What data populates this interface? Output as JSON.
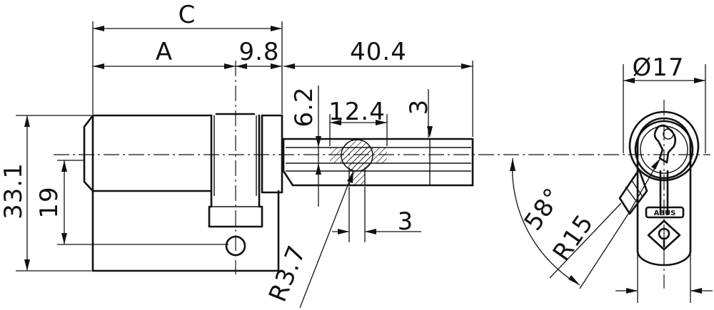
{
  "dimensions": {
    "C": "C",
    "A": "A",
    "d9_8": "9.8",
    "d40_4": "40.4",
    "d6_2": "6.2",
    "d12_4": "12.4",
    "d3_top": "3",
    "d33_1": "33.1",
    "d19": "19",
    "d3_bottom": "3",
    "R3_7": "R3.7",
    "phi17": "Ø17",
    "angle58": "58°",
    "R15": "R15"
  },
  "logo_text": "ABUS"
}
